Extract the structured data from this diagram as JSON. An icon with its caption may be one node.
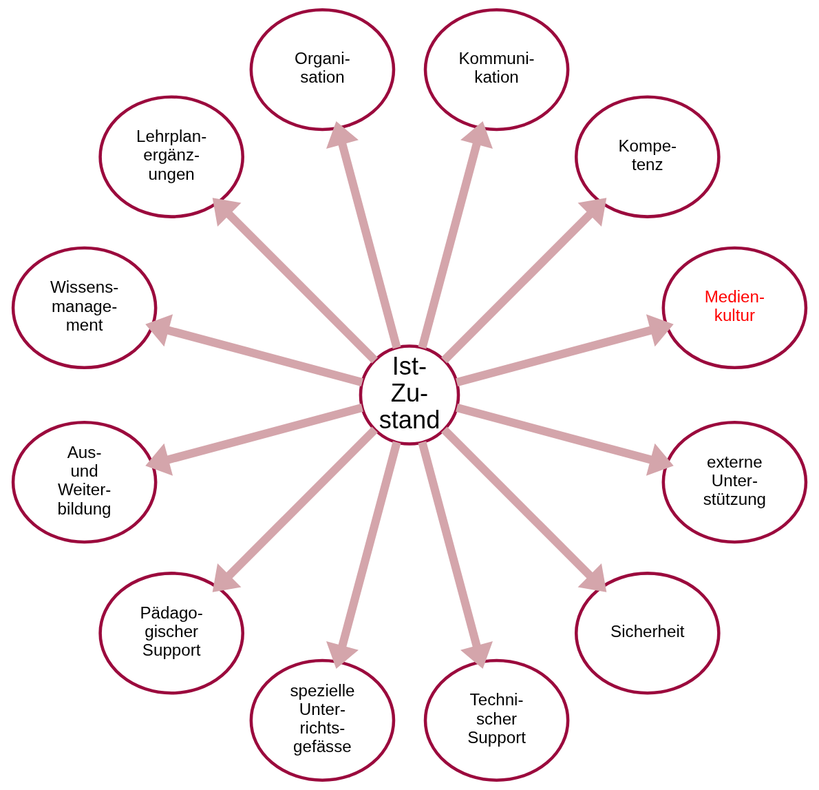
{
  "diagram": {
    "nodes": [
      {
        "text": [
          "Ist- Zu- stand"
        ]
      },
      {
        "text": [
          "Medien- kultur"
        ]
      },
      {
        "text": [
          "Kompe- tenz"
        ]
      },
      {
        "text": [
          "Kommuni- kation"
        ]
      },
      {
        "text": [
          "Organi- sation"
        ]
      },
      {
        "text": [
          "Lehrplan- ergänz- ungen"
        ]
      },
      {
        "text": [
          "Wissens- manage- ment"
        ]
      },
      {
        "text": [
          "Aus- und Weiter- bildung"
        ]
      },
      {
        "text": [
          "Pädago- gischer Support"
        ]
      },
      {
        "text": [
          "spezielle Unter- richts- gefässe"
        ]
      },
      {
        "text": [
          "Techni- scher Support"
        ]
      },
      {
        "text": [
          "Sicherheit"
        ]
      },
      {
        "text": [
          "externe Unter- stützung"
        ]
      }
    ],
    "edges": [
      {
        "from": 0,
        "to": 1,
        "arrow": "to"
      },
      {
        "from": 0,
        "to": 2,
        "arrow": "to"
      },
      {
        "from": 0,
        "to": 3,
        "arrow": "to"
      },
      {
        "from": 0,
        "to": 4,
        "arrow": "to"
      },
      {
        "from": 0,
        "to": 5,
        "arrow": "to"
      },
      {
        "from": 0,
        "to": 6,
        "arrow": "to"
      },
      {
        "from": 0,
        "to": 7,
        "arrow": "to"
      },
      {
        "from": 0,
        "to": 8,
        "arrow": "to"
      },
      {
        "from": 0,
        "to": 9,
        "arrow": "to"
      },
      {
        "from": 0,
        "to": 10,
        "arrow": "to"
      },
      {
        "from": 0,
        "to": 11,
        "arrow": "to"
      },
      {
        "from": 0,
        "to": 12,
        "arrow": "to"
      }
    ]
  }
}
